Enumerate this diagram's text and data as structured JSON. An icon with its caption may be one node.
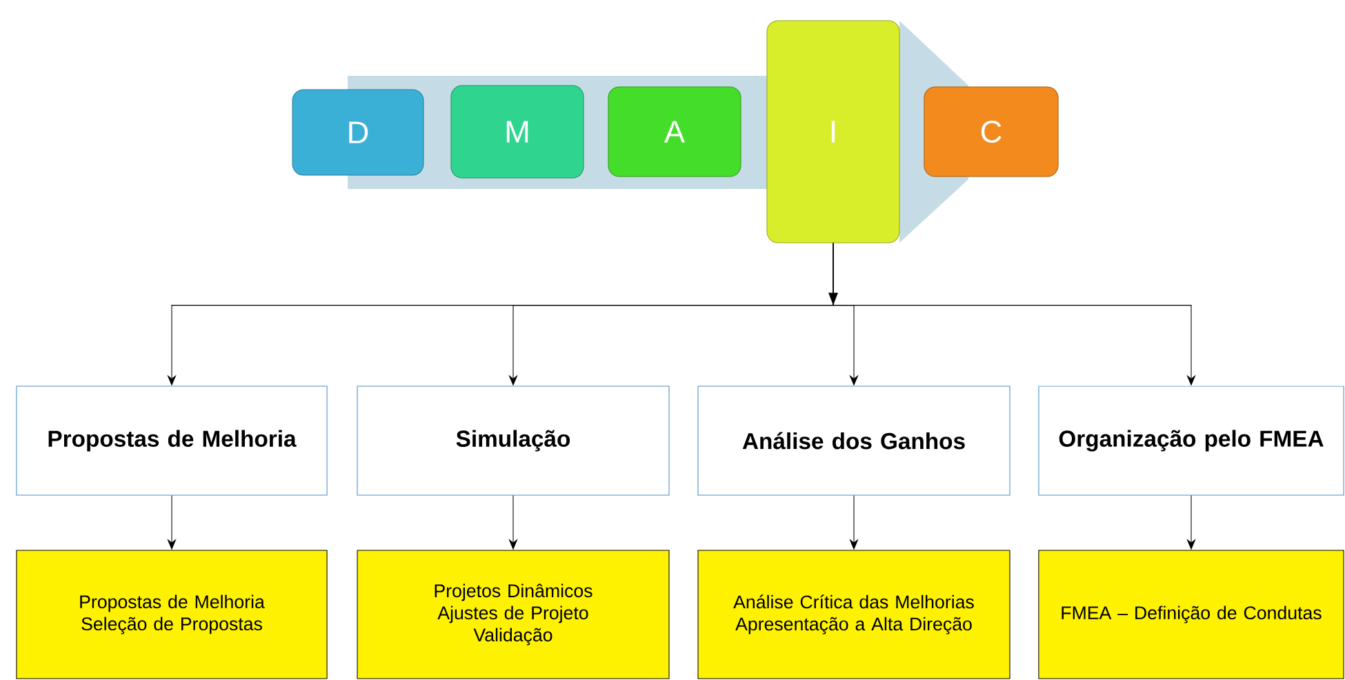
{
  "diagram": {
    "nodes": [
      {
        "text": [
          "D"
        ]
      },
      {
        "text": [
          "M"
        ]
      },
      {
        "text": [
          "A"
        ]
      },
      {
        "text": [
          "I"
        ]
      },
      {
        "text": [
          "C"
        ]
      },
      {
        "text": [
          "Propostas de Melhoria"
        ]
      },
      {
        "text": [
          "Simulação"
        ]
      },
      {
        "text": [
          "Análise dos Ganhos"
        ]
      },
      {
        "text": [
          "Organização pelo FMEA"
        ]
      },
      {
        "text": [
          "Propostas de Melhoria",
          "Seleção de Propostas"
        ]
      },
      {
        "text": [
          "Projetos Dinâmicos",
          "Ajustes de Projeto",
          "Validação"
        ]
      },
      {
        "text": [
          "Análise Crítica das Melhorias",
          "Apresentação a Alta Direção"
        ]
      },
      {
        "text": [
          "FMEA – Definição de Condutas"
        ]
      }
    ],
    "edges": [
      {
        "from": 3,
        "to": 5,
        "arrow": "to"
      },
      {
        "from": 3,
        "to": 6,
        "arrow": "to"
      },
      {
        "from": 3,
        "to": 7,
        "arrow": "to"
      },
      {
        "from": 3,
        "to": 8,
        "arrow": "to"
      },
      {
        "from": 5,
        "to": 9,
        "arrow": "to"
      },
      {
        "from": 6,
        "to": 10,
        "arrow": "to"
      },
      {
        "from": 7,
        "to": 11,
        "arrow": "to"
      },
      {
        "from": 8,
        "to": 12,
        "arrow": "to"
      }
    ]
  }
}
